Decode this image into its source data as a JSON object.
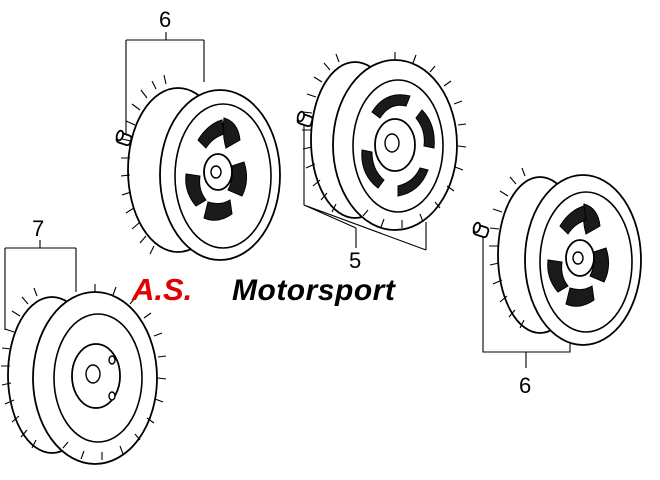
{
  "callouts": {
    "top_left": "6",
    "center": "5",
    "bottom_right": "6",
    "left": "7"
  },
  "brand": {
    "initials": "A.S.",
    "name": "Motorsport",
    "initials_color": "#e00000",
    "name_color": "#000000"
  }
}
